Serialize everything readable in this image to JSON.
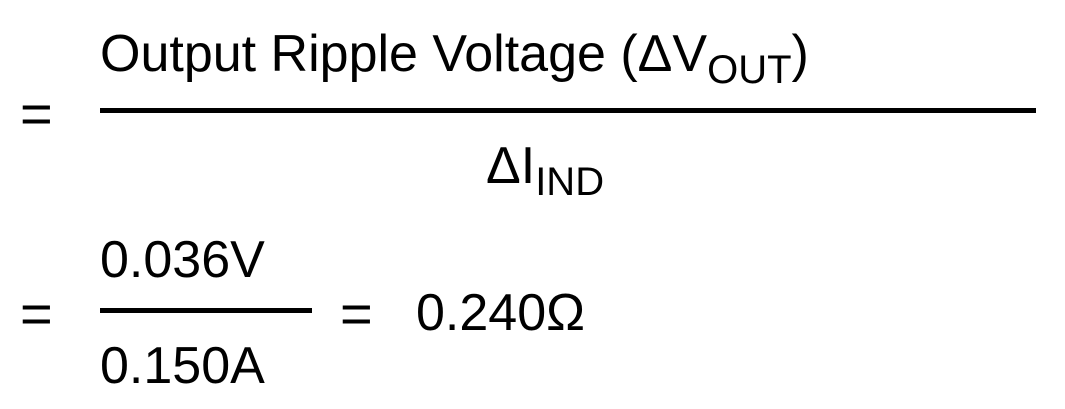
{
  "line1": {
    "equals": "=",
    "numerator": {
      "text": "Output Ripple Voltage (ΔV",
      "subscript": "OUT",
      "closing": ")"
    },
    "denominator": {
      "text": "ΔI",
      "subscript": "IND"
    }
  },
  "line2": {
    "equals": "=",
    "numerator": "0.036V",
    "denominator": "0.150A",
    "equals2": "=",
    "result": "0.240Ω"
  }
}
